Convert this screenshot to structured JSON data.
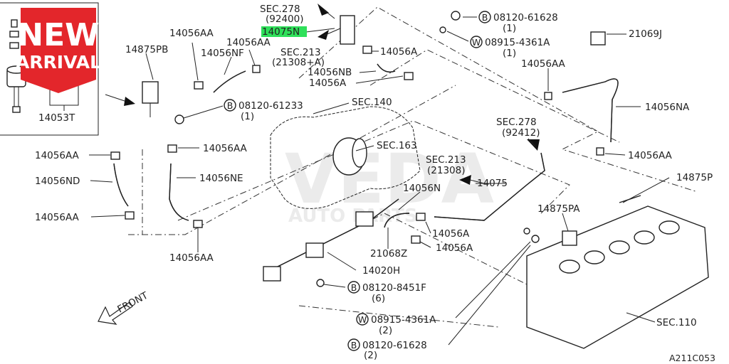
{
  "badge": {
    "line1": "NEW",
    "line2": "ARRIVAL"
  },
  "watermark": {
    "line1": "VEDA",
    "line2": "AUTO PARTS"
  },
  "figure_code": "A211C053",
  "front_label": "FRONT",
  "callouts": {
    "inset_part": "14053T",
    "pb": "14875PB",
    "aa_top_left": "14056AA",
    "nf": "14056NF",
    "aa_top_mid": "14056AA",
    "sec278_top": "SEC.278",
    "sec278_top_ref": "(92400)",
    "highlight_part": "14075N",
    "sec213_top": "SEC.213",
    "sec213_top_ref": "(21308+A)",
    "a_top": "14056A",
    "nb": "14056NB",
    "a_mid": "14056A",
    "bolt_top": "08120-61628",
    "bolt_top_qty": "(1)",
    "washer_top": "08915-4361A",
    "washer_top_qty": "(1)",
    "j": "21069J",
    "aa_right_top": "14056AA",
    "na": "14056NA",
    "aa_right_bottom": "14056AA",
    "bolt_left": "08120-61233",
    "bolt_left_qty": "(1)",
    "sec140": "SEC.140",
    "aa_mid_left": "14056AA",
    "sec163": "SEC.163",
    "sec278_mid": "SEC.278",
    "sec278_mid_ref": "(92412)",
    "sec213_mid": "SEC.213",
    "sec213_mid_ref": "(21308)",
    "n75": "14075",
    "aa_left_1": "14056AA",
    "nd": "14056ND",
    "ne": "14056NE",
    "n": "14056N",
    "p": "14875P",
    "pa": "14875PA",
    "aa_left_2": "14056AA",
    "a_low1": "14056A",
    "a_low2": "14056A",
    "z": "21068Z",
    "aa_bottom": "14056AA",
    "h": "14020H",
    "bolt_bottom": "08120-8451F",
    "bolt_bottom_qty": "(6)",
    "washer_bottom": "08915-4361A",
    "washer_bottom_qty": "(2)",
    "bolt_last": "08120-61628",
    "bolt_last_qty": "(2)",
    "sec110": "SEC.110"
  },
  "circle_letters": {
    "b": "B",
    "w": "W"
  },
  "colors": {
    "badge_red": "#e3262b",
    "highlight": "#2fe05a",
    "ink": "#222222"
  }
}
